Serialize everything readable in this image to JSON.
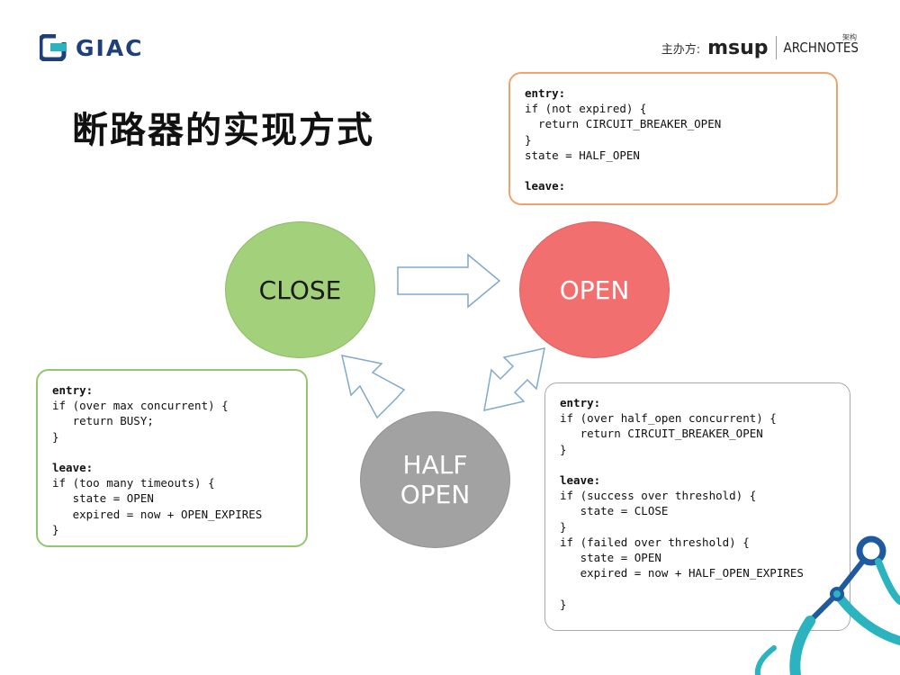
{
  "header": {
    "logo_text": "GIAC",
    "sponsor_label": "主办方:",
    "sponsor_brand": "msup",
    "partner_brand": "ARCHNOTES",
    "partner_brand_cn": "架构"
  },
  "slide": {
    "title": "断路器的实现方式"
  },
  "states": {
    "close": "CLOSE",
    "open": "OPEN",
    "half_open": "HALF\nOPEN"
  },
  "boxes": {
    "open": {
      "entry_label": "entry:",
      "entry_code": "if (not expired) {\n  return CIRCUIT_BREAKER_OPEN\n}\nstate = HALF_OPEN\n",
      "leave_label": "leave:",
      "leave_code": ""
    },
    "close": {
      "entry_label": "entry:",
      "entry_code": "if (over max concurrent) {\n   return BUSY;\n}\n",
      "leave_label": "leave:",
      "leave_code": "if (too many timeouts) {\n   state = OPEN\n   expired = now + OPEN_EXPIRES\n}"
    },
    "half_open": {
      "entry_label": "entry:",
      "entry_code": "if (over half_open concurrent) {\n   return CIRCUIT_BREAKER_OPEN\n}\n",
      "leave_label": "leave:",
      "leave_code": "if (success over threshold) {\n   state = CLOSE\n}\nif (failed over threshold) {\n   state = OPEN\n   expired = now + HALF_OPEN_EXPIRES\n\n}"
    }
  },
  "colors": {
    "close_fill": "#a3d07a",
    "open_fill": "#f26f6f",
    "half_open_fill": "#a2a2a2",
    "arrow_stroke": "#7fa9cf",
    "accent_logo": "#1f3f7a"
  }
}
